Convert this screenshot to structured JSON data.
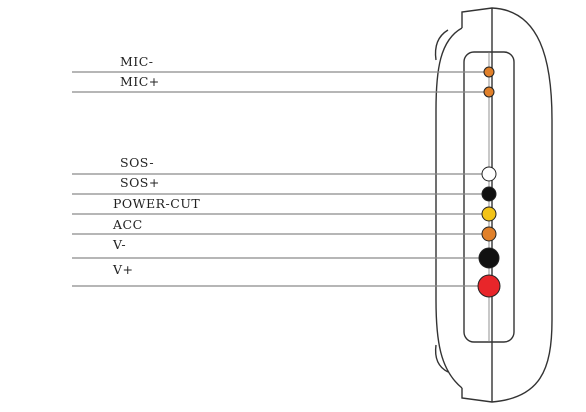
{
  "pins": [
    {
      "label": "MIC-",
      "color": "#e0802a"
    },
    {
      "label": "MIC+",
      "color": "#e0802a"
    },
    {
      "label": "SOS-",
      "color": "#ffffff"
    },
    {
      "label": "SOS+",
      "color": "#111111"
    },
    {
      "label": "POWER-CUT",
      "color": "#f2c318"
    },
    {
      "label": "ACC",
      "color": "#e0802a"
    },
    {
      "label": "V-",
      "color": "#111111"
    },
    {
      "label": "V+",
      "color": "#e8262a"
    }
  ]
}
